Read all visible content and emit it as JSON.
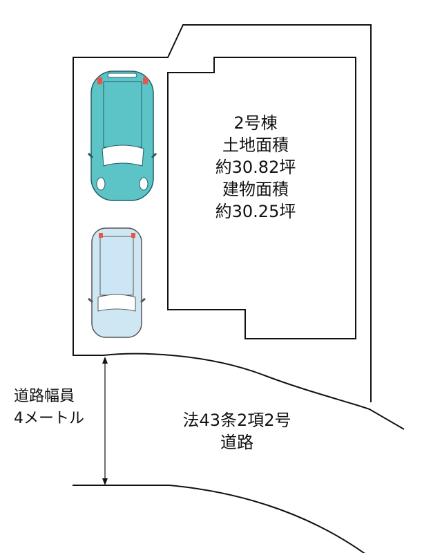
{
  "building": {
    "name": "2号棟",
    "land_area_label": "土地面積",
    "land_area_value": "約30.82坪",
    "floor_area_label": "建物面積",
    "floor_area_value": "約30.25坪"
  },
  "road": {
    "width_label": "道路幅員",
    "width_value": "4メートル",
    "type_line1": "法43条2項2号",
    "type_line2": "道路"
  },
  "colors": {
    "car1": "#5cc3c7",
    "car2": "#cfe6f3",
    "lamp": "#e8564a"
  }
}
